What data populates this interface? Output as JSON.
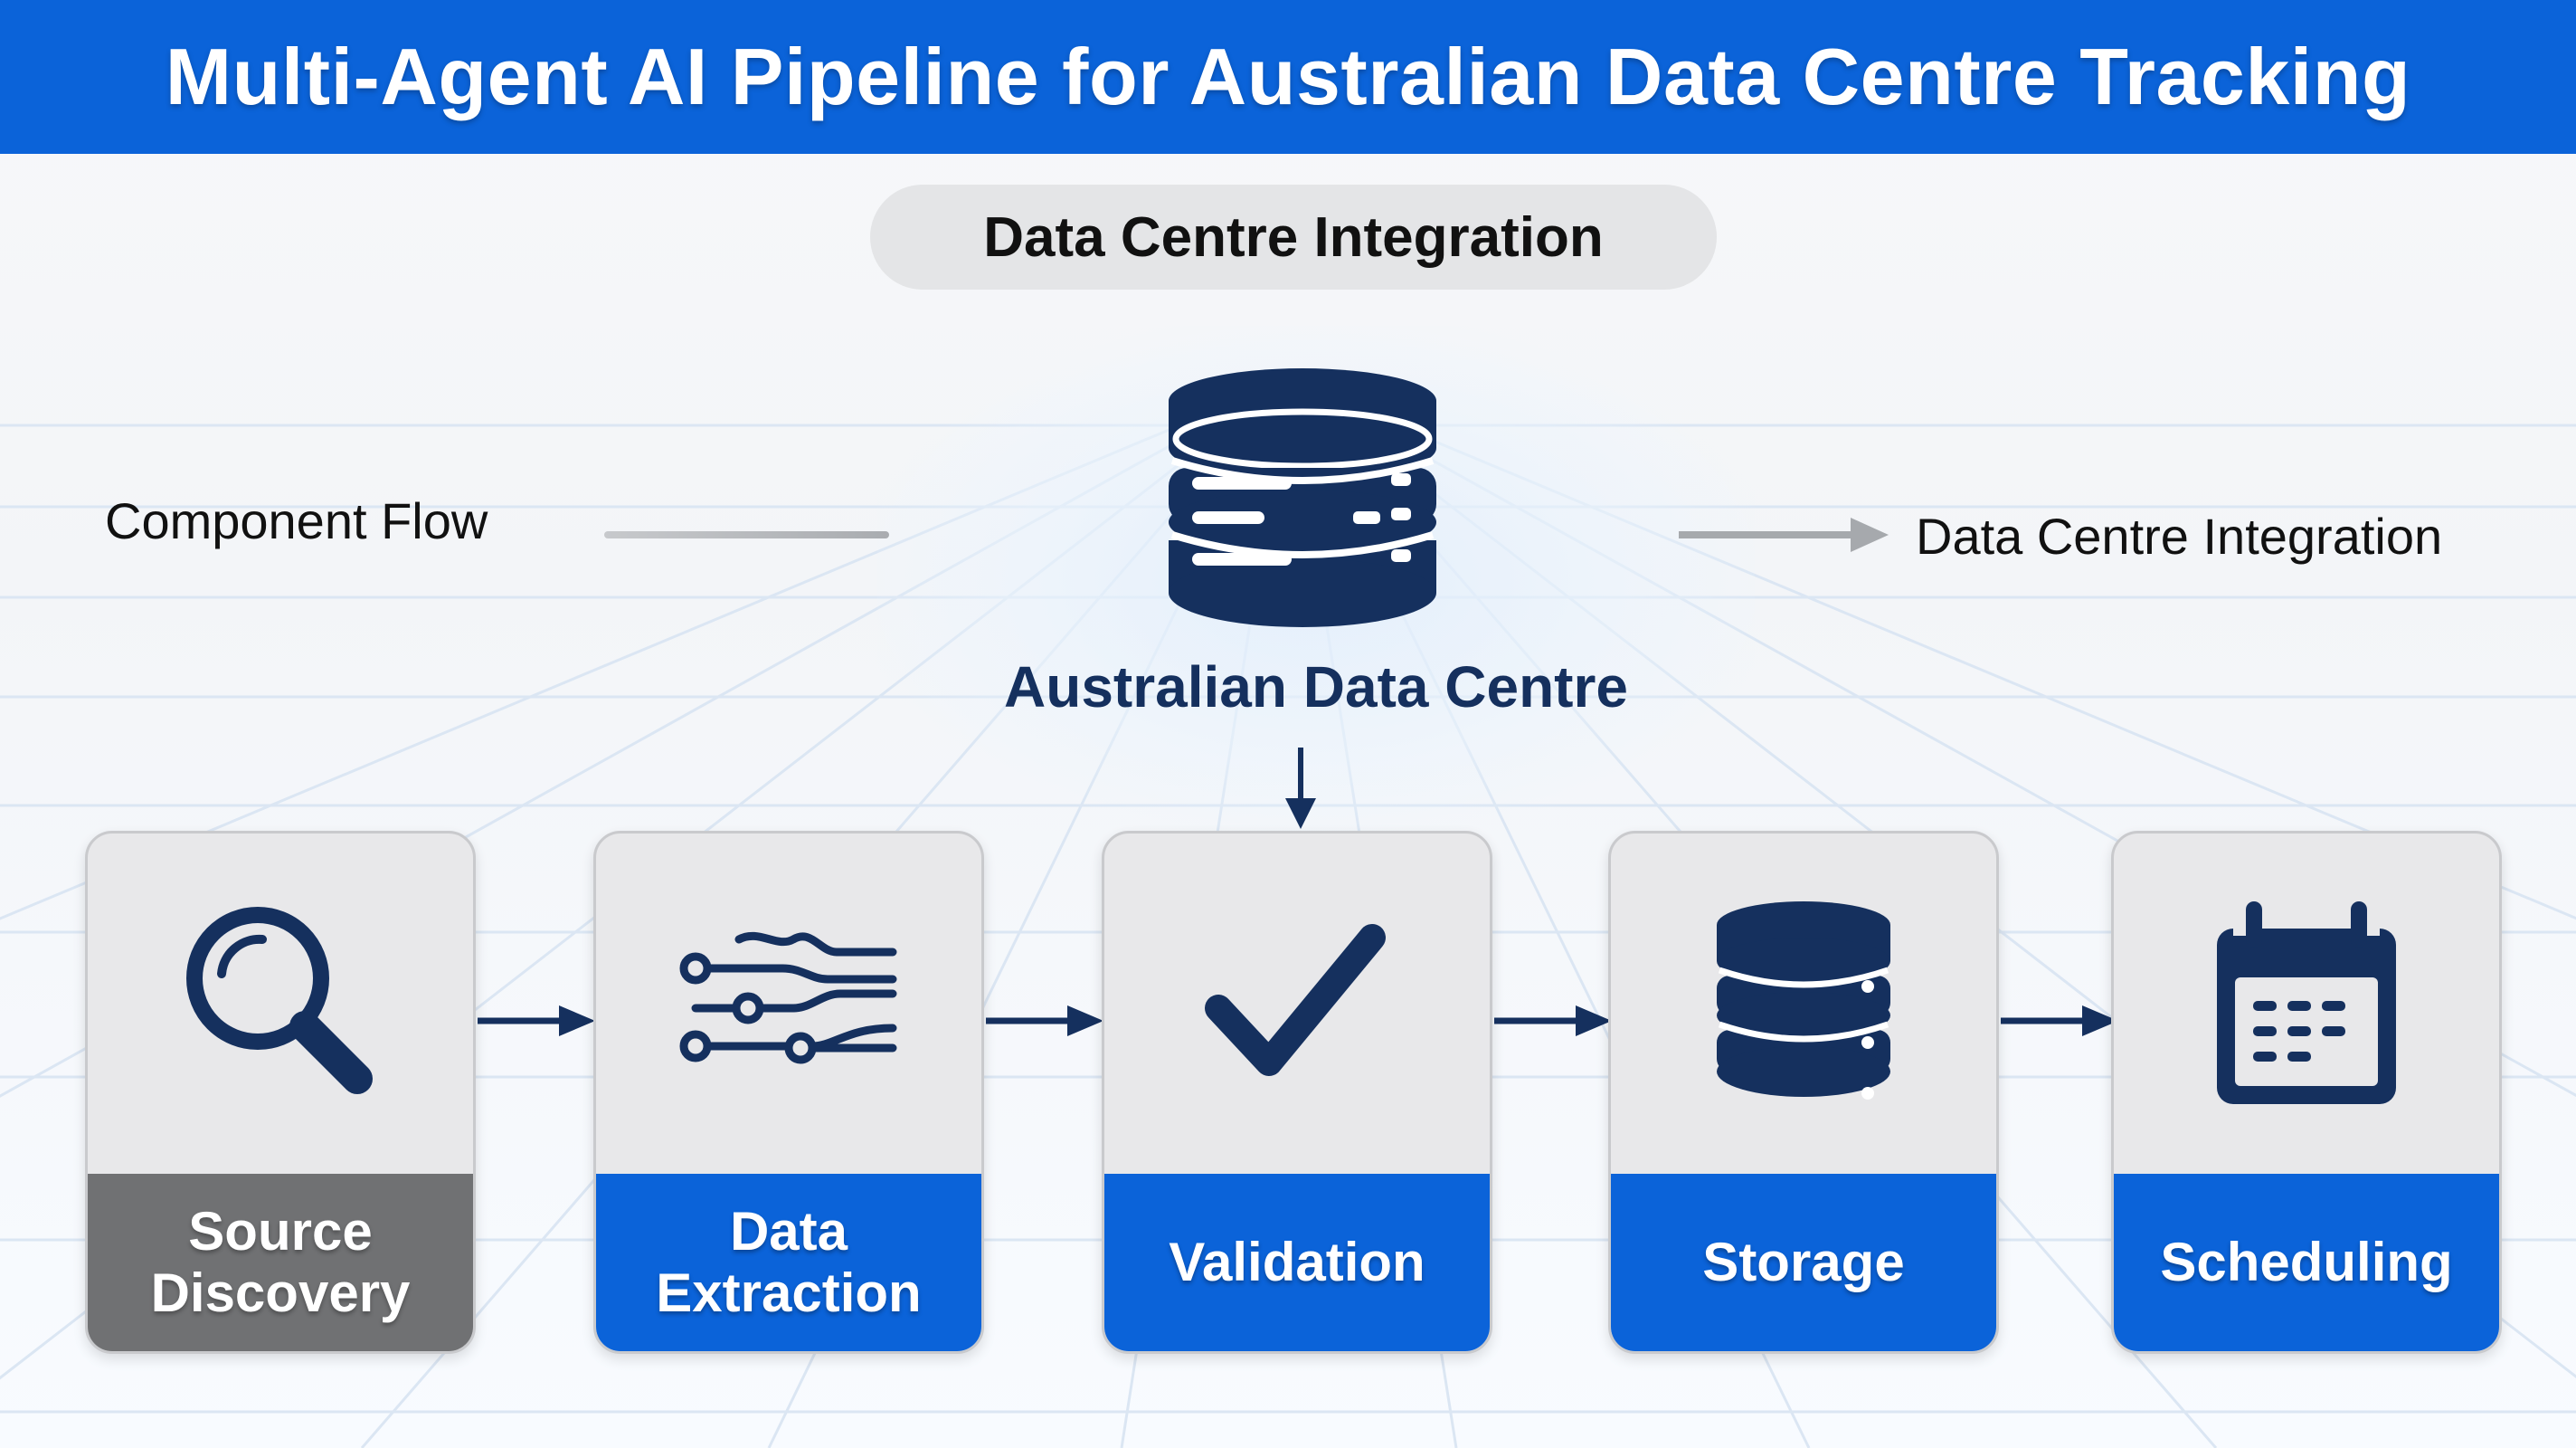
{
  "header": {
    "title": "Multi-Agent AI Pipeline for Australian Data Centre Tracking"
  },
  "integration_pill": {
    "label": "Data Centre Integration"
  },
  "left_flow": {
    "label": "Component Flow"
  },
  "right_flow": {
    "label": "Data Centre Integration"
  },
  "center_node": {
    "label": "Australian Data Centre",
    "icon": "database-icon"
  },
  "pipeline": {
    "stages": [
      {
        "label": "Source Discovery",
        "icon": "magnifier-icon",
        "band_color": "#707173"
      },
      {
        "label": "Data Extraction",
        "icon": "extraction-flow-icon",
        "band_color": "#0b63d9"
      },
      {
        "label": "Validation",
        "icon": "checkmark-icon",
        "band_color": "#0b63d9"
      },
      {
        "label": "Storage",
        "icon": "database-icon",
        "band_color": "#0b63d9"
      },
      {
        "label": "Scheduling",
        "icon": "calendar-icon",
        "band_color": "#0b63d9"
      }
    ]
  },
  "colors": {
    "header": "#0b63d9",
    "accent": "#0b63d9",
    "icon": "#15305e",
    "muted_band": "#707173",
    "pill": "#e4e5e7"
  }
}
